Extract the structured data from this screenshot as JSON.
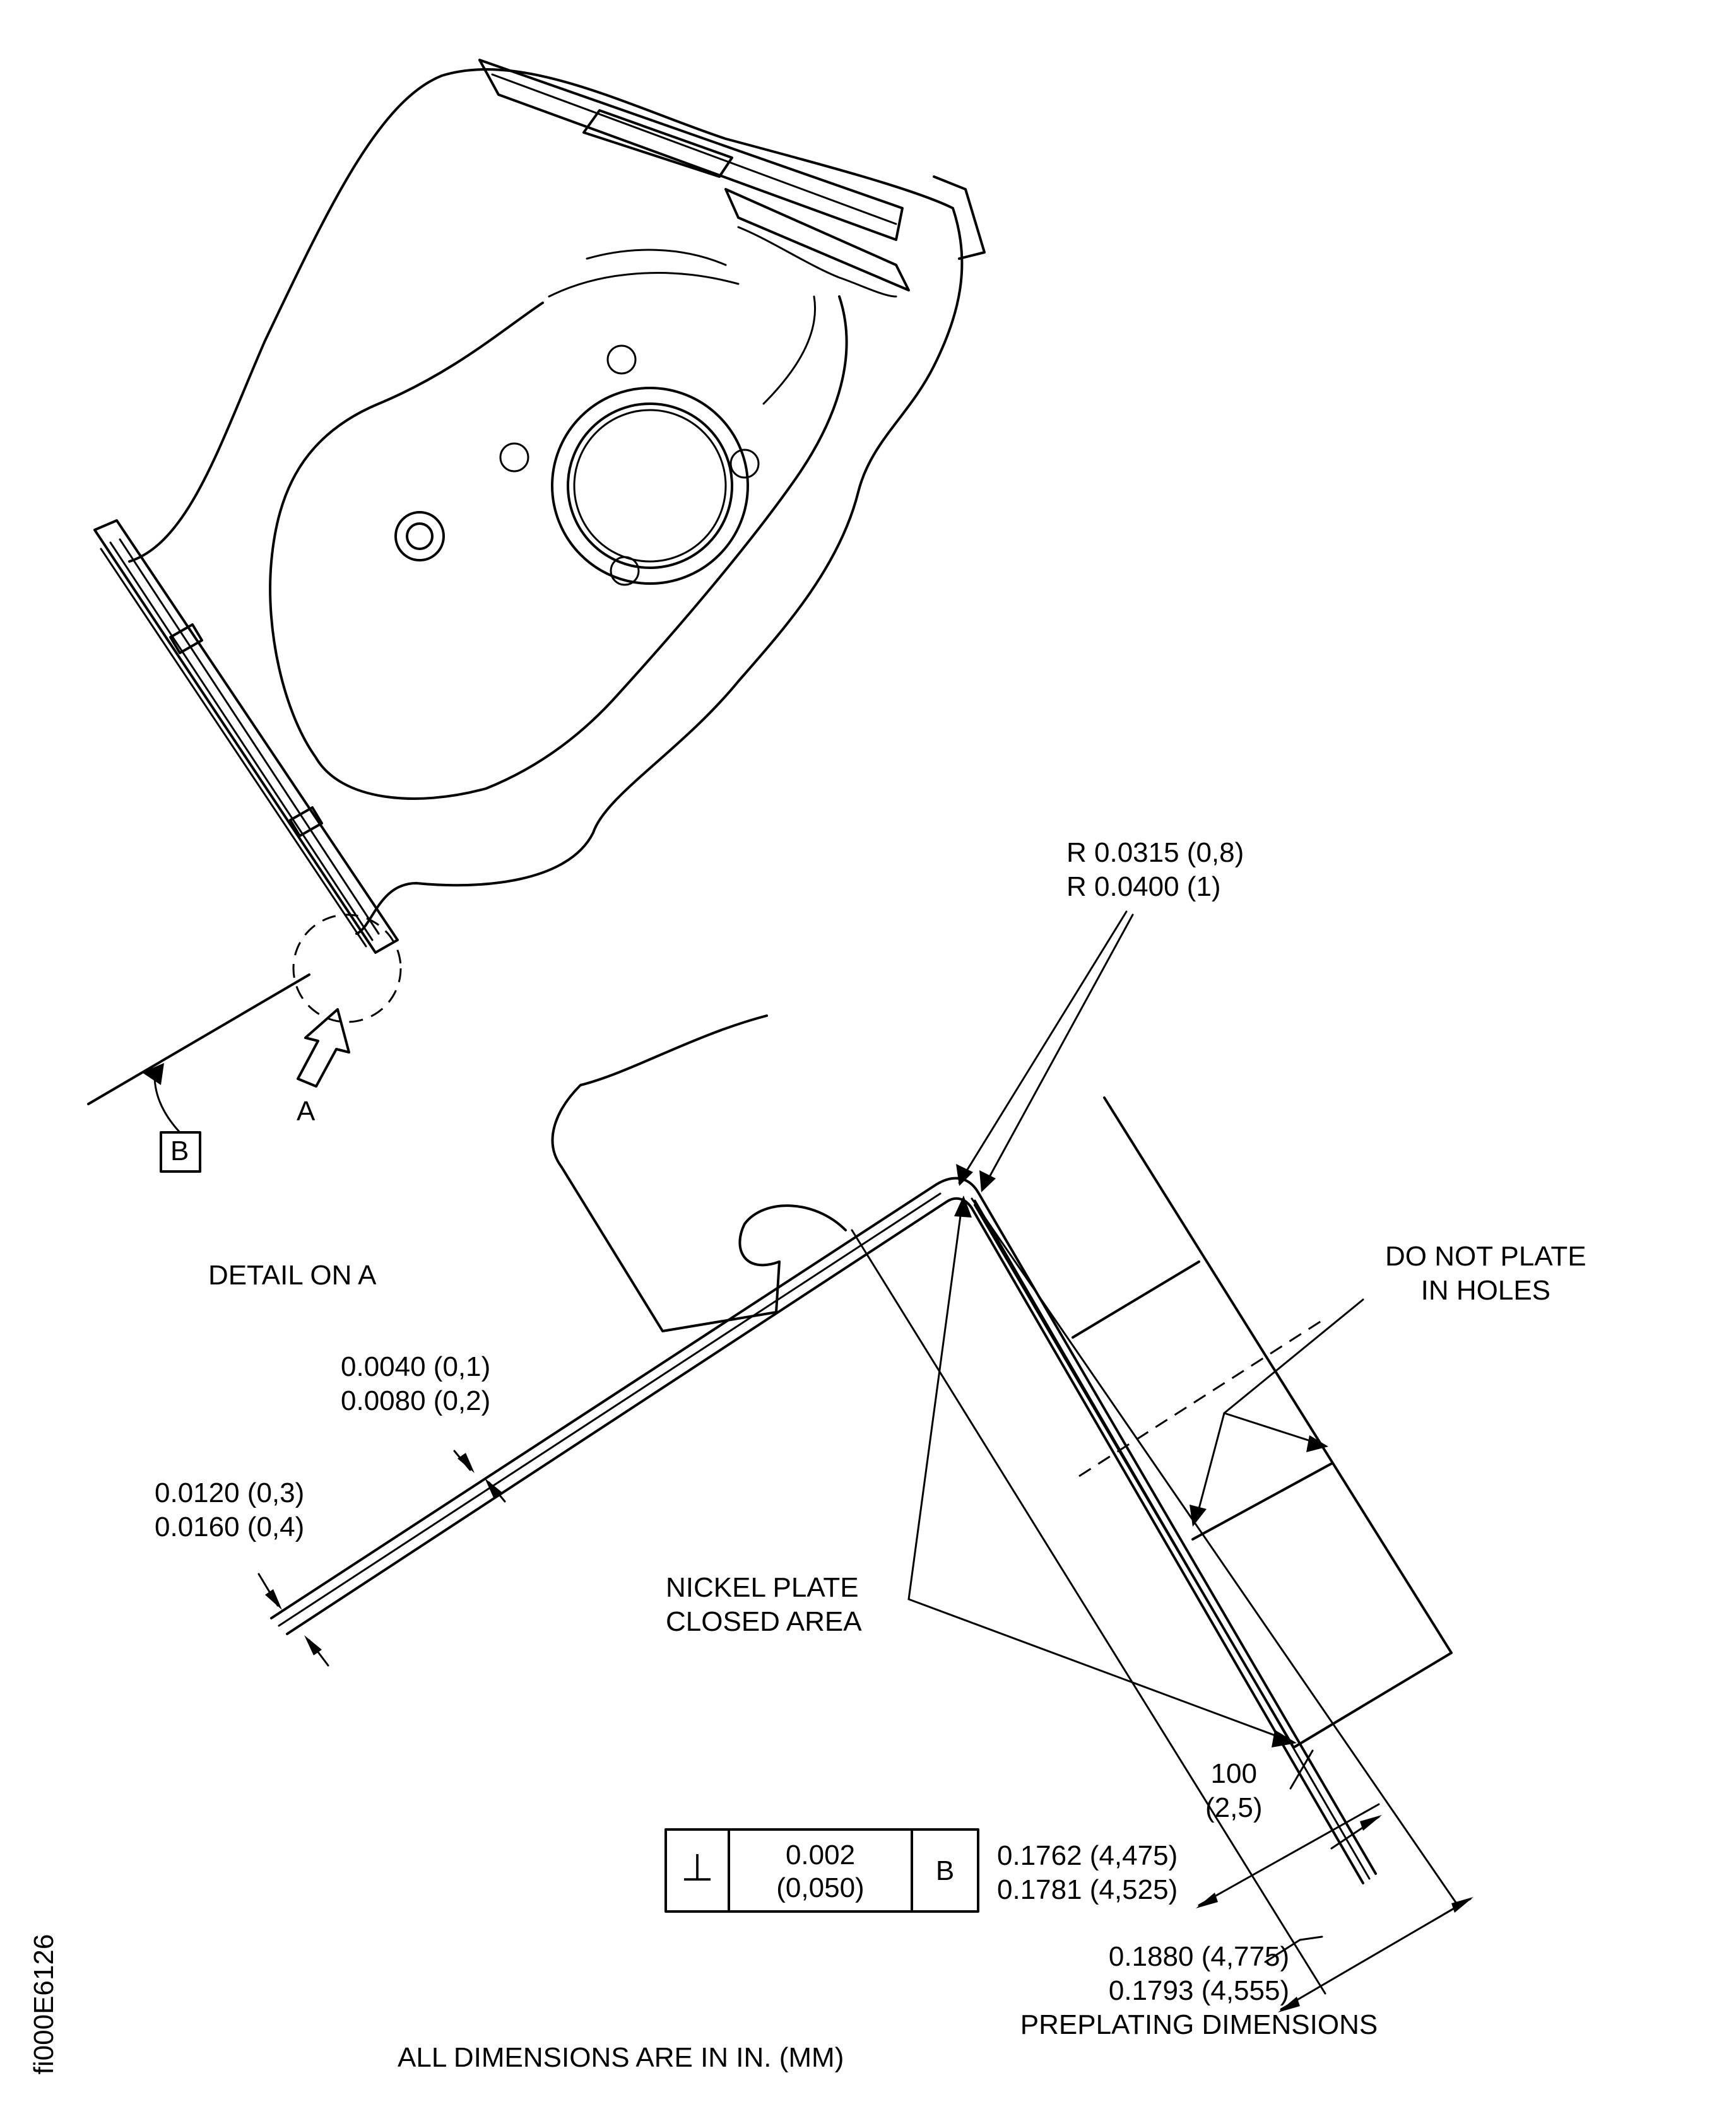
{
  "labels": {
    "radius": [
      "R 0.0315 (0,8)",
      "R 0.0400 (1)"
    ],
    "view_arrow": "A",
    "datum_letter": "B",
    "detail_title": "DETAIL ON A",
    "do_not_plate": [
      "DO NOT PLATE",
      "IN HOLES"
    ],
    "plate_thickness_inner": [
      "0.0040 (0,1)",
      "0.0080 (0,2)"
    ],
    "plate_thickness_outer": [
      "0.0120 (0,3)",
      "0.0160 (0,4)"
    ],
    "nickel_plate": [
      "NICKEL PLATE",
      "CLOSED AREA"
    ],
    "small_dim": [
      "100",
      "(2,5)"
    ],
    "width_dim": [
      "0.1762  (4,475)",
      "0.1781 (4,525)"
    ],
    "preplating_dim": [
      "0.1880 (4,775)",
      "0.1793 (4,555)",
      "PREPLATING DIMENSIONS"
    ],
    "units_note": "ALL DIMENSIONS ARE IN IN. (MM)",
    "figure_id": "fi000E6126"
  },
  "feature_control_frame": {
    "symbol": "⊥",
    "tolerance": [
      "0.002",
      "(0,050)"
    ],
    "datum": "B"
  }
}
